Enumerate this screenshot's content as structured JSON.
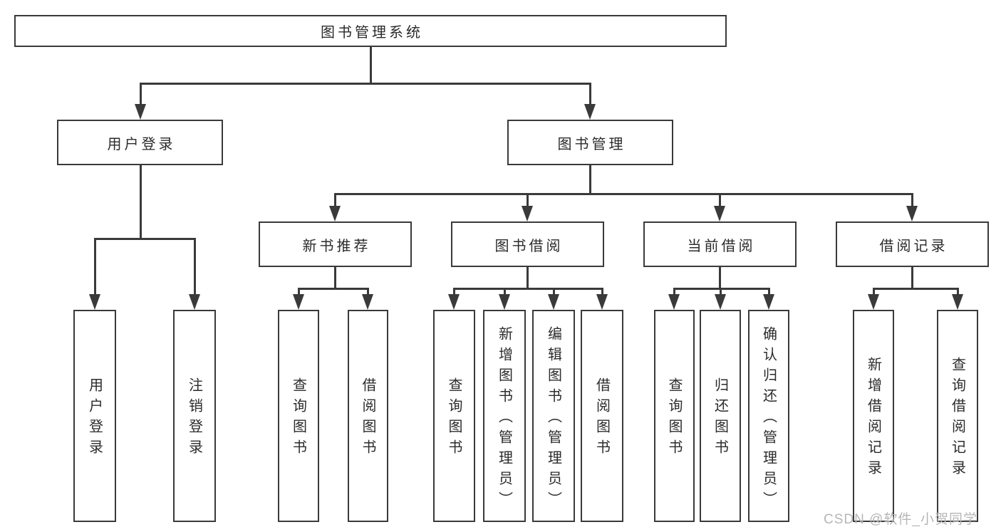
{
  "nodes": {
    "root": "图书管理系统",
    "user_login": "用户登录",
    "book_mgmt": "图书管理",
    "new_books": "新书推荐",
    "book_borrow": "图书借阅",
    "current_borrow": "当前借阅",
    "borrow_records": "借阅记录"
  },
  "leaves": {
    "user_login": [
      "用户登录",
      "注销登录"
    ],
    "new_books": [
      "查询图书",
      "借阅图书"
    ],
    "book_borrow": [
      "查询图书",
      "新增图书（管理员）",
      "编辑图书（管理员）",
      "借阅图书"
    ],
    "current_borrow": [
      "查询图书",
      "归还图书",
      "确认归还（管理员）"
    ],
    "borrow_records": [
      "新增借阅记录",
      "查询借阅记录"
    ]
  },
  "watermark": "CSDN @软件_小贺同学",
  "colors": {
    "line": "#3a3a3a",
    "text": "#2b2b2b",
    "box_background": "#ffffff",
    "page_background": "#ffffff",
    "watermark": "#b6b6b8"
  }
}
